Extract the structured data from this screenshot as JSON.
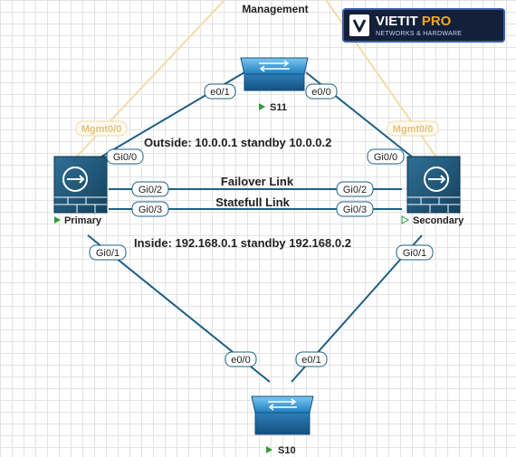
{
  "diagram": {
    "management_label": "Management",
    "outside_label": "Outside: 10.0.0.1 standby 10.0.0.2",
    "inside_label": "Inside: 192.168.0.1 standby 192.168.0.2",
    "failover_label": "Failover Link",
    "stateful_label": "Statefull Link",
    "devices": {
      "primary": "Primary",
      "secondary": "Secondary",
      "s11": "S11",
      "s10": "S10"
    },
    "interfaces": {
      "s11_left": "e0/1",
      "s11_right": "e0/0",
      "primary_outside": "Gi0/0",
      "secondary_outside": "Gi0/0",
      "primary_failover": "Gi0/2",
      "secondary_failover": "Gi0/2",
      "primary_stateful": "Gi0/3",
      "secondary_stateful": "Gi0/3",
      "primary_inside": "Gi0/1",
      "secondary_inside": "Gi0/1",
      "s10_left": "e0/0",
      "s10_right": "e0/1",
      "primary_mgmt": "Mgmt0/0",
      "secondary_mgmt": "Mgmt0/0"
    },
    "colors": {
      "link": "#1f5f85",
      "mgmt_link": "#f2dcaa",
      "status_green": "#2e9e3a"
    }
  },
  "logo": {
    "brand": "VIETIT",
    "brand_accent": "PRO",
    "tagline": "NETWORKS & HARDWARE",
    "mark": "V"
  }
}
